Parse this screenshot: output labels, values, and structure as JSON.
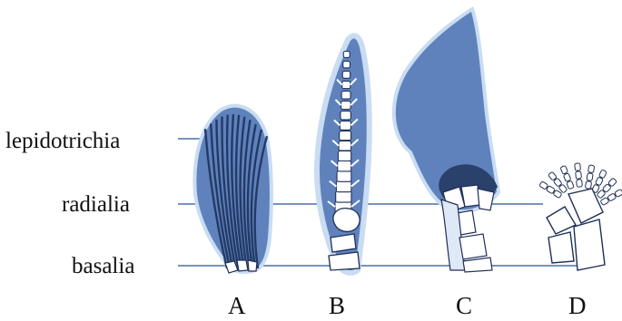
{
  "labels": {
    "lepidotrichia": "lepidotrichia",
    "radialia": "radialia",
    "basalia": "basalia"
  },
  "fins": [
    "A",
    "B",
    "C",
    "D"
  ],
  "colors": {
    "fin_fill": "#5f82bd",
    "fin_dark": "#243a66",
    "bone_fill": "#ffffff",
    "bone_stroke": "#1f2f55",
    "line": "#4d6fa8",
    "halo": "#c9dcf1"
  }
}
